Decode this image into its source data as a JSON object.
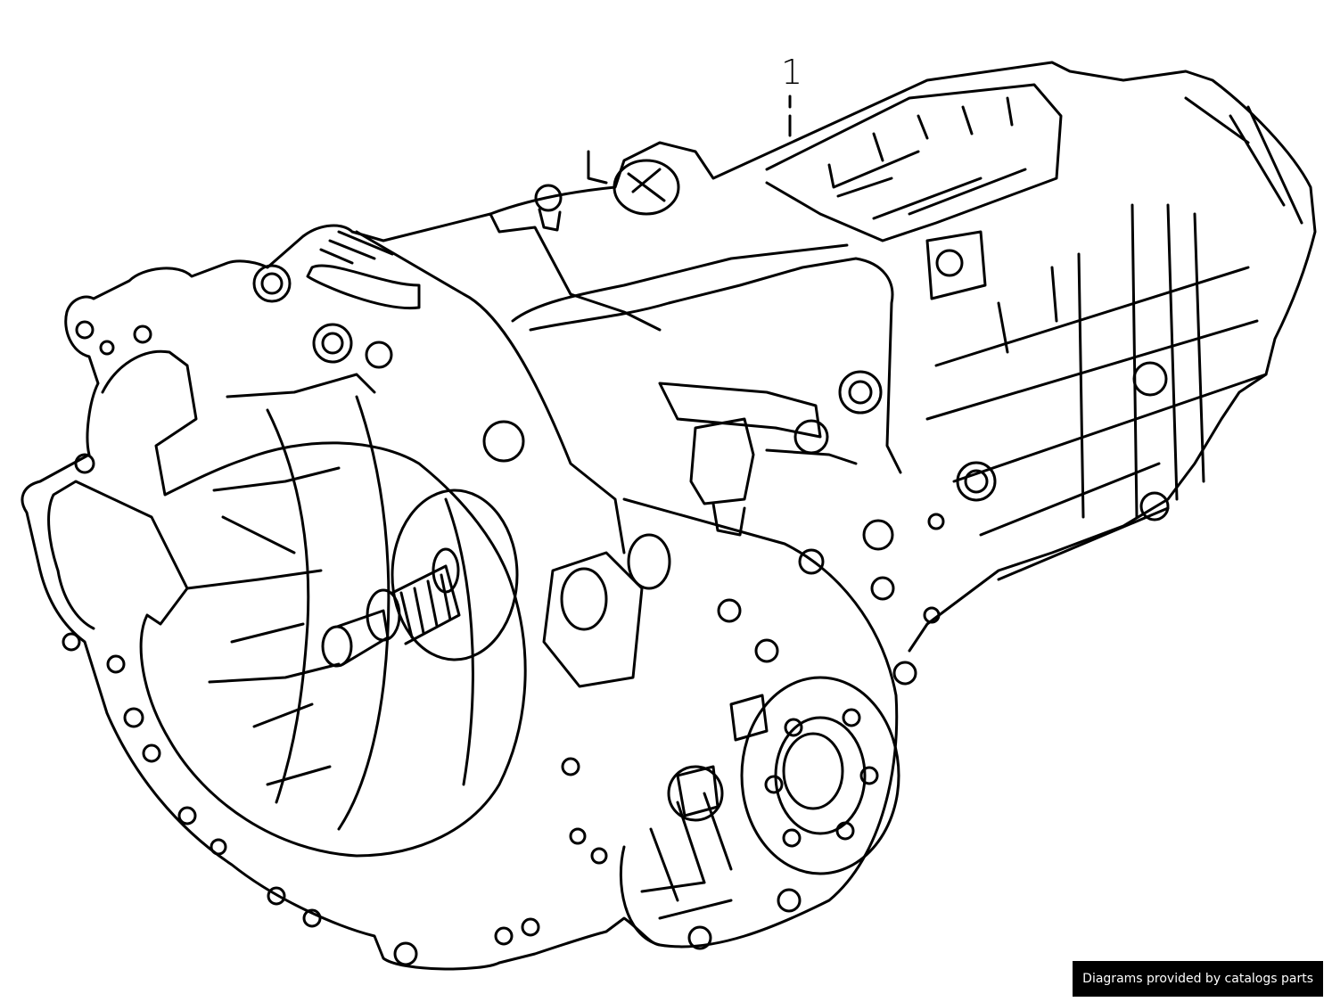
{
  "diagram": {
    "subject": "transmission-assembly",
    "callouts": [
      {
        "number": "1"
      }
    ],
    "line_color": "#000000",
    "background_color": "#ffffff"
  },
  "credit": {
    "text": "Diagrams provided by catalogs parts",
    "background_color": "#000000",
    "text_color": "#ffffff"
  }
}
